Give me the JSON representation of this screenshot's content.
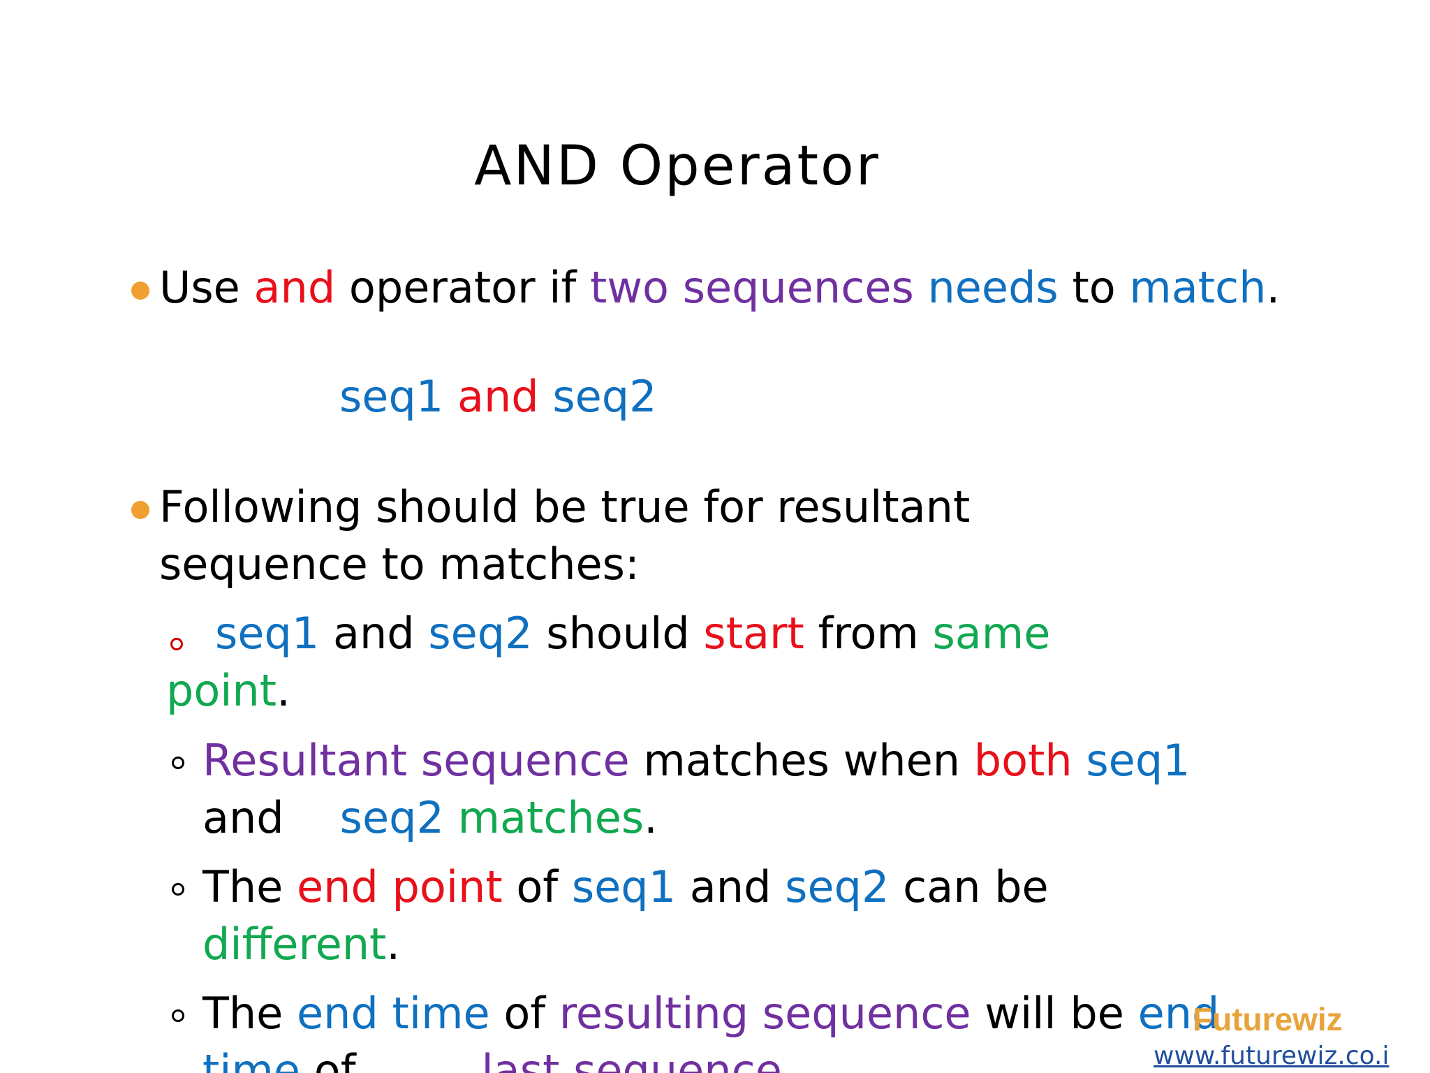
{
  "colors": {
    "black": "#000000",
    "red": "#e8101a",
    "purple": "#7030a0",
    "blue": "#1070c0",
    "green": "#10a850",
    "bullet": "#f0a030",
    "brand": "#e8a33a",
    "link": "#1f4e9d"
  },
  "title": "AND Operator",
  "bullet1": {
    "w1": "Use ",
    "w2": "and",
    "w3": " operator if ",
    "w4": "two sequences",
    "w5": " ",
    "w6": "needs",
    "w7": " to ",
    "w8": "match",
    "w9": "."
  },
  "syntax": {
    "s1": "seq1",
    "s2": " and ",
    "s3": "seq2"
  },
  "bullet2": {
    "line1": "Following should be true for resultant",
    "line2": "sequence to matches:"
  },
  "sub1": {
    "a": "seq1",
    "b": " and ",
    "c": "seq2",
    "d": " should ",
    "e": "start",
    "f": " from ",
    "g": "same",
    "h": "point",
    "i": "."
  },
  "sub2": {
    "a": "Resultant sequence",
    "b": " matches when ",
    "c": "both",
    "d": " ",
    "e": "seq1",
    "f": "and",
    "g": "seq2",
    "h": " ",
    "i": "matches",
    "j": "."
  },
  "sub3": {
    "a": "The ",
    "b": "end point",
    "c": " of ",
    "d": "seq1",
    "e": " and ",
    "f": "seq2",
    "g": " can be",
    "h": "different",
    "i": "."
  },
  "sub4": {
    "a": "The ",
    "b": "end time",
    "c": " of ",
    "d": "resulting sequence",
    "e": " will be ",
    "f": "end",
    "g": "time",
    "h": " of",
    "i": "last sequence"
  },
  "brand": {
    "name": "Futurewiz",
    "url": "www.futurewiz.co.in"
  }
}
